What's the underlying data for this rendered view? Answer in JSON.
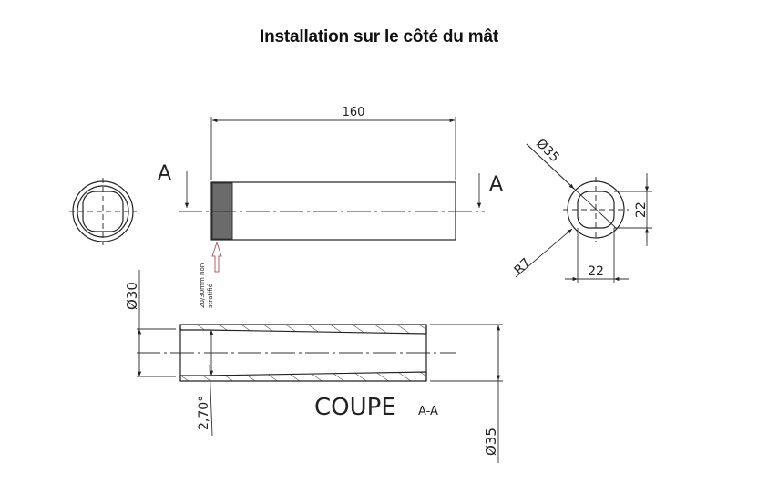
{
  "title": "Installation sur le côté du mât",
  "drawing": {
    "length_dim": "160",
    "section_marker_left": "A",
    "section_marker_right": "A",
    "note": "20/30mm non stratifié",
    "note_line1": "20/30mm non",
    "note_line2": "stratifié",
    "end_view": {
      "diameter": "Ø35",
      "radius": "R7",
      "width": "22",
      "height": "22"
    },
    "section": {
      "label": "COUPE",
      "label_suffix": "A-A",
      "inner_diameter": "Ø30",
      "outer_diameter": "Ø35",
      "taper_angle": "2,70°"
    }
  },
  "colors": {
    "line": "#222222",
    "grip_fill": "#6b6b6b",
    "arrow_note": "#b06060"
  }
}
